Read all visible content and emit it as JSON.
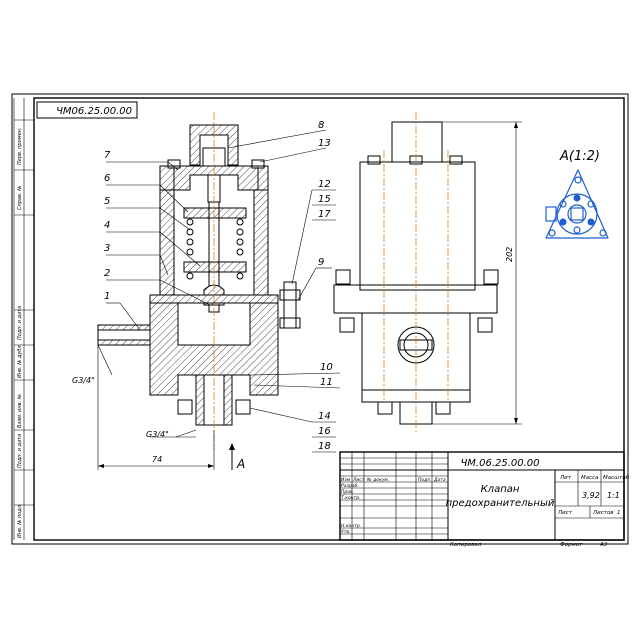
{
  "stamp_rotated": "ЧМ06.25.00.00",
  "side_labels": [
    "Перв. примен.",
    "Справ. №",
    "Подп. и дата",
    "Инв. № дубл.",
    "Взам. инв. №",
    "Подп. и дата",
    "Инв. № подл."
  ],
  "part_numbers_left": [
    "8",
    "13",
    "7",
    "6",
    "5",
    "4",
    "3",
    "2",
    "1"
  ],
  "part_numbers_right": [
    "12",
    "15",
    "17",
    "9",
    "10",
    "11",
    "14",
    "16",
    "18"
  ],
  "thread_labels": [
    "G3/4\"",
    "G3/4\""
  ],
  "dim_74": "74",
  "dim_202": "202",
  "view_arrow_label": "A",
  "view_label": "A(1:2)",
  "title_block": {
    "designation": "ЧМ.06.25.00.00",
    "name_line1": "Клапан",
    "name_line2": "предохранительный",
    "col_lit": "Лит",
    "col_mass": "Масса",
    "col_scale": "Масштаб",
    "mass": "3,92",
    "scale": "1:1",
    "sheet_label": "Лист",
    "sheets_label": "Листов",
    "sheets_count": "1",
    "rows": [
      "Изм",
      "Лист",
      "№ докум.",
      "Подп.",
      "Дата",
      "Разраб.",
      "Пров.",
      "Т.контр.",
      "Н.контр.",
      "Утв."
    ],
    "copied": "Копировал",
    "format_label": "Формат",
    "format_value": "А3"
  }
}
